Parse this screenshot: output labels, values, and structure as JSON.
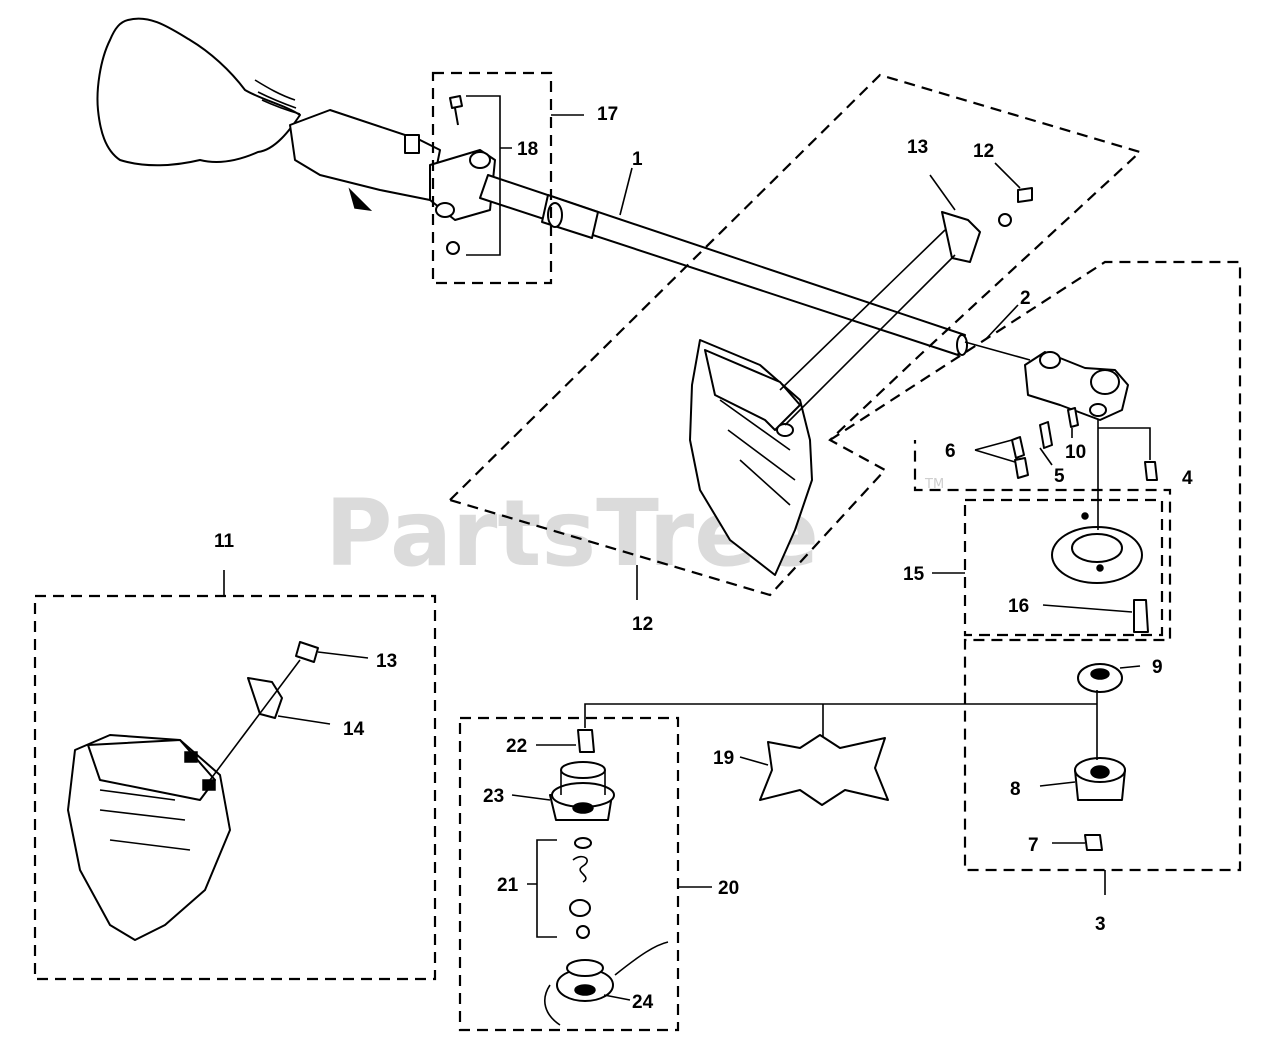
{
  "watermark": {
    "text": "PartsTree",
    "tm": "TM"
  },
  "callouts": {
    "c1": "1",
    "c2": "2",
    "c3": "3",
    "c4": "4",
    "c5": "5",
    "c6": "6",
    "c7": "7",
    "c8": "8",
    "c9": "9",
    "c10": "10",
    "c11": "11",
    "c12a": "12",
    "c12b": "12",
    "c13a": "13",
    "c13b": "13",
    "c14": "14",
    "c15": "15",
    "c16": "16",
    "c17": "17",
    "c18": "18",
    "c19": "19",
    "c20": "20",
    "c21": "21",
    "c22": "22",
    "c23": "23",
    "c24": "24"
  }
}
